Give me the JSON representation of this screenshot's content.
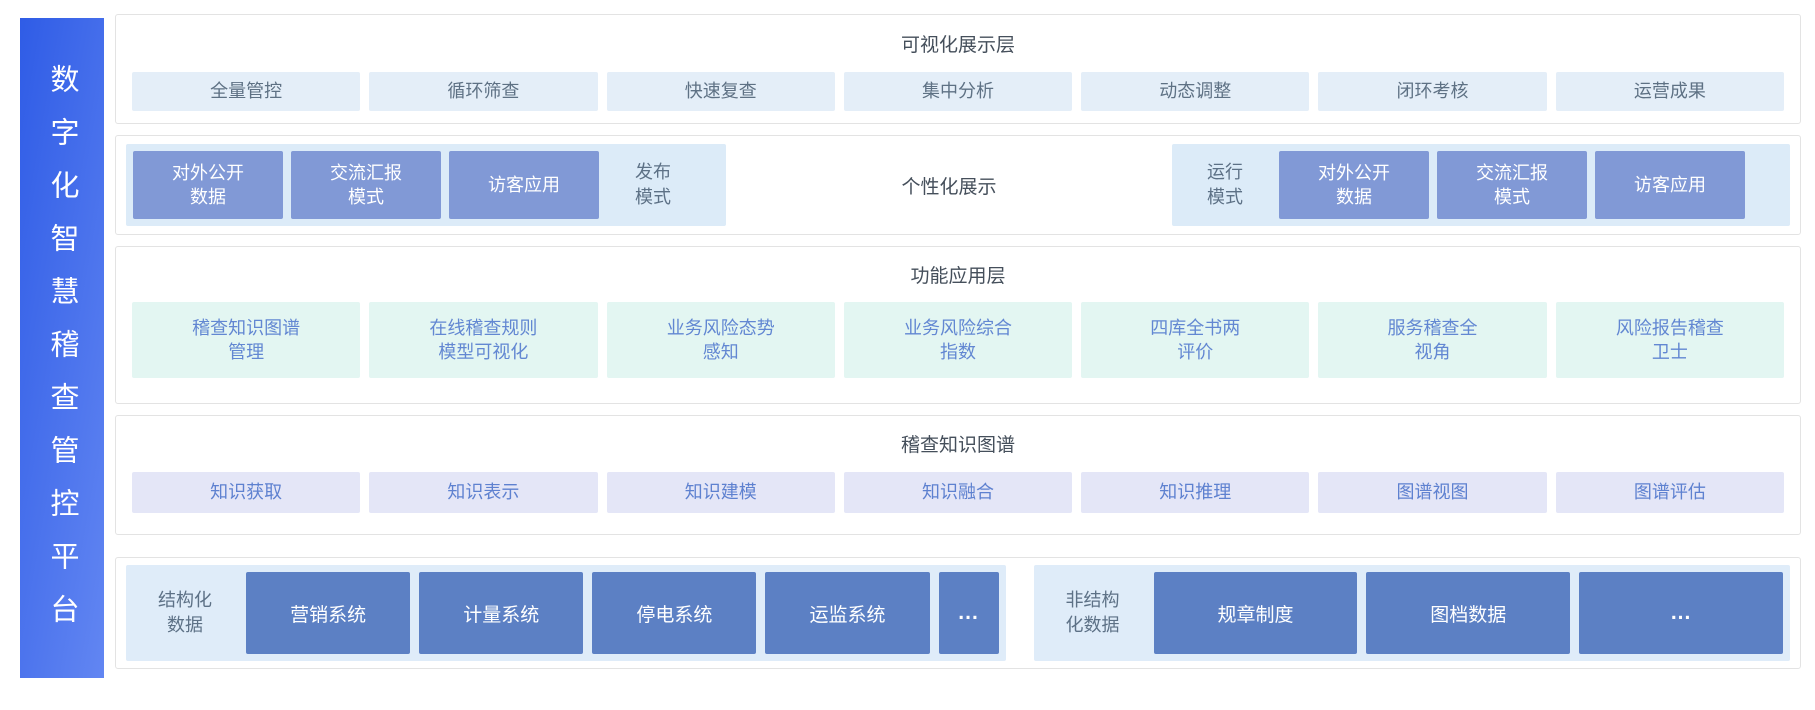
{
  "platform": {
    "title": "数字化智慧稽查管控平台"
  },
  "palette": {
    "sidebar_gradient_start": "#2f5ce6",
    "sidebar_gradient_end": "#6286f2",
    "pill_blue_bg": "#e4eef8",
    "pill_mint_bg": "#e3f6f2",
    "pill_lavender_bg": "#e4e6f7",
    "strip_bg": "#dcebf8",
    "mode_box_bg": "#8199d6",
    "source_box_bg": "#5c80c4"
  },
  "layers": {
    "visualization": {
      "title": "可视化展示层",
      "items": [
        "全量管控",
        "循环筛查",
        "快速复查",
        "集中分析",
        "动态调整",
        "闭环考核",
        "运营成果"
      ]
    },
    "display": {
      "publish_boxes": [
        "对外公开\n数据",
        "交流汇报\n模式",
        "访客应用"
      ],
      "publish_label": "发布\n模式",
      "center_label": "个性化展示",
      "run_label": "运行\n模式",
      "run_boxes": [
        "对外公开\n数据",
        "交流汇报\n模式",
        "访客应用"
      ]
    },
    "function": {
      "title": "功能应用层",
      "items": [
        "稽查知识图谱\n管理",
        "在线稽查规则\n模型可视化",
        "业务风险态势\n感知",
        "业务风险综合\n指数",
        "四库全书两\n评价",
        "服务稽查全\n视角",
        "风险报告稽查\n卫士"
      ]
    },
    "knowledge": {
      "title": "稽查知识图谱",
      "items": [
        "知识获取",
        "知识表示",
        "知识建模",
        "知识融合",
        "知识推理",
        "图谱视图",
        "图谱评估"
      ]
    },
    "data_sources": {
      "structured": {
        "label": "结构化\n数据",
        "boxes": [
          "营销系统",
          "计量系统",
          "停电系统",
          "运监系统"
        ],
        "more": "..."
      },
      "unstructured": {
        "label": "非结构\n化数据",
        "boxes": [
          "规章制度",
          "图档数据"
        ],
        "more": "..."
      }
    }
  }
}
